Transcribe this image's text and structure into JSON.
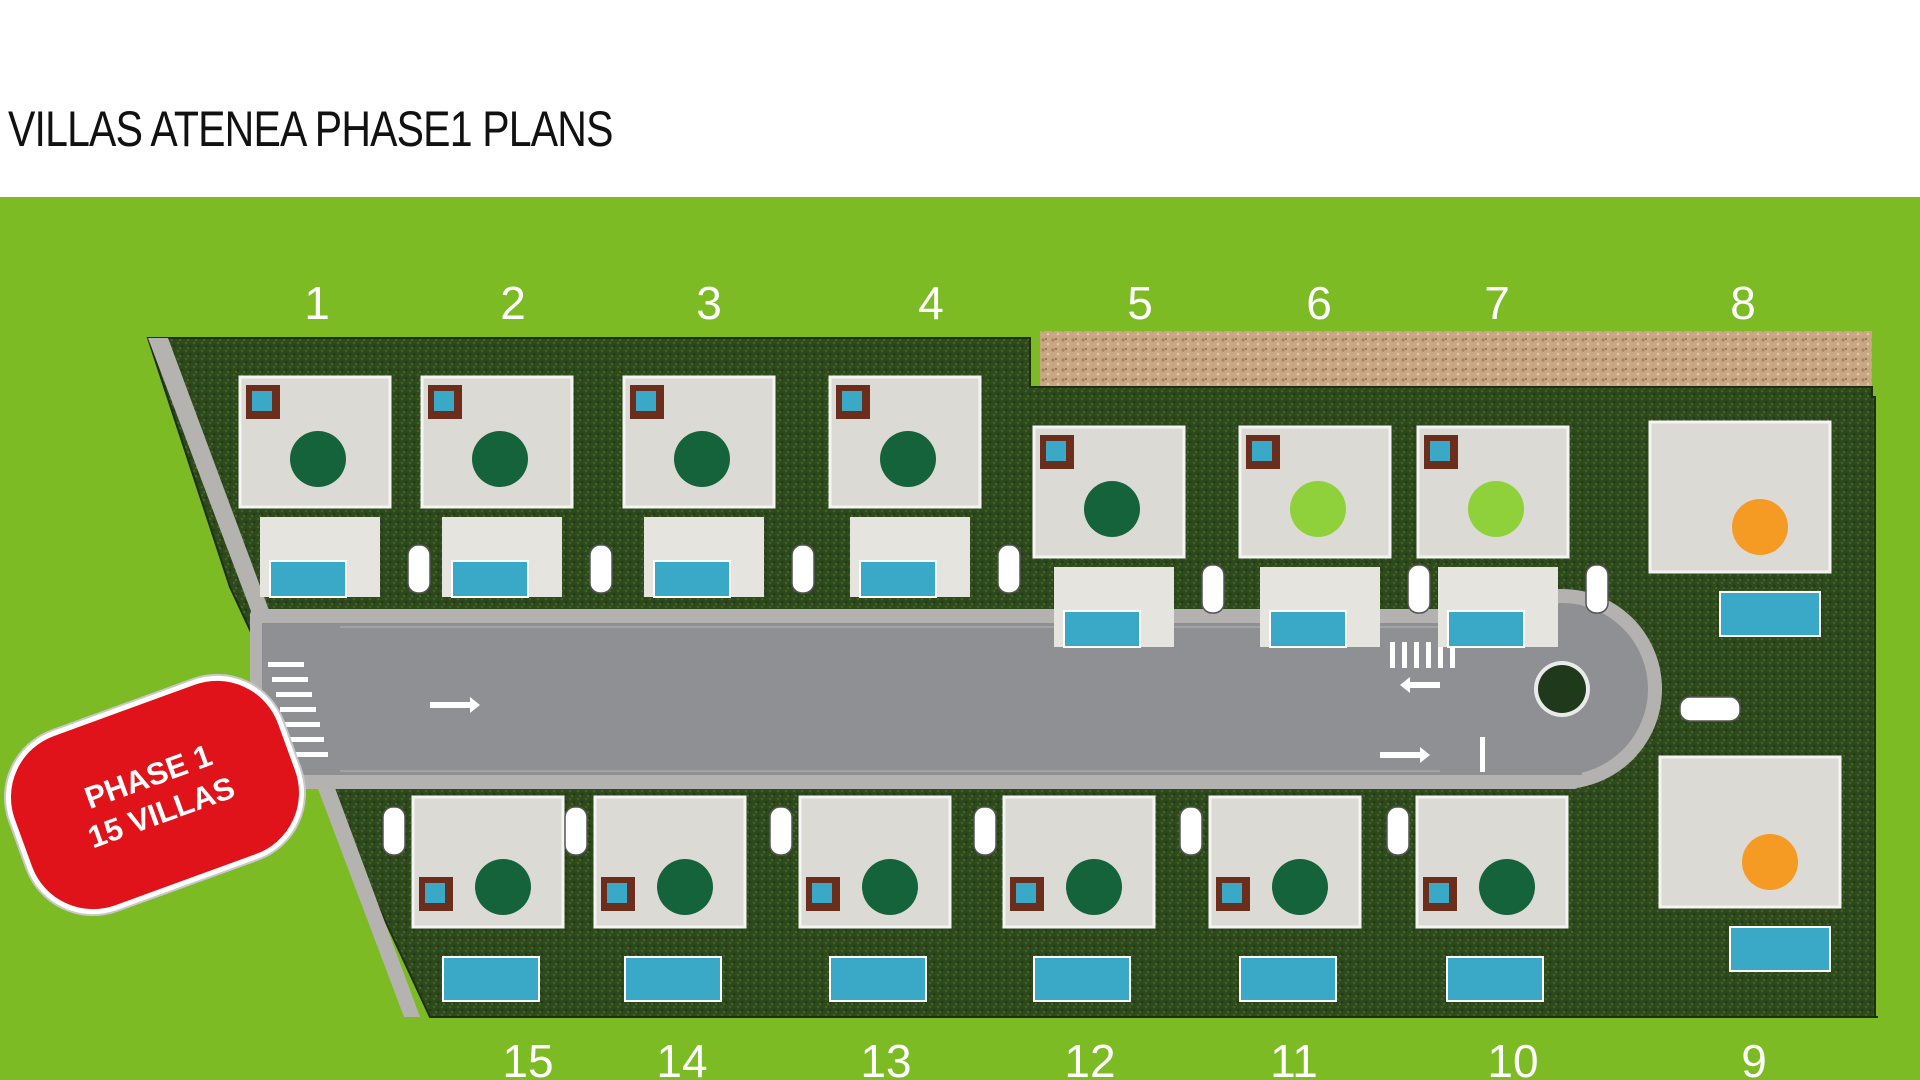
{
  "page": {
    "title": "VILLAS ATENEA PHASE1 PLANS"
  },
  "badge": {
    "line1": "PHASE 1",
    "line2": "15 VILLAS"
  },
  "lots_top": [
    "1",
    "2",
    "3",
    "4",
    "5",
    "6",
    "7",
    "8"
  ],
  "lots_bottom": [
    "15",
    "14",
    "13",
    "12",
    "11",
    "10",
    "9"
  ],
  "colors": {
    "field_green": "#7cbb23",
    "garden_dark": "#2f4a1e",
    "road": "#8e9093",
    "pool": "#3aa9c7",
    "tree_dark": "#15633a",
    "tree_light": "#8fd13a",
    "tree_orange": "#f59a23",
    "badge_red": "#e0131a"
  }
}
